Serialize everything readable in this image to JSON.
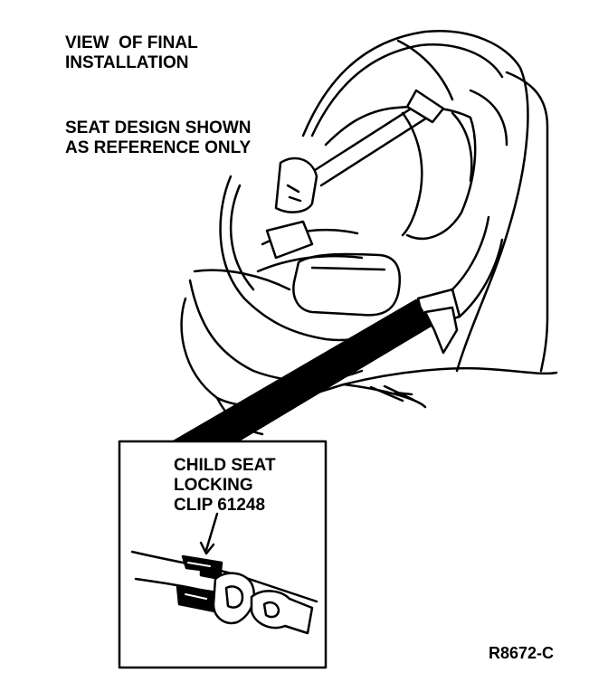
{
  "figure": {
    "title_line1": "VIEW  OF FINAL",
    "title_line2": "INSTALLATION",
    "note_line1": "SEAT DESIGN SHOWN",
    "note_line2": "AS REFERENCE ONLY",
    "figure_id": "R8672-C"
  },
  "inset": {
    "line1": "CHILD SEAT",
    "line2": "LOCKING",
    "line3": "CLIP 61248"
  },
  "colors": {
    "ink": "#000000",
    "paper": "#ffffff"
  }
}
